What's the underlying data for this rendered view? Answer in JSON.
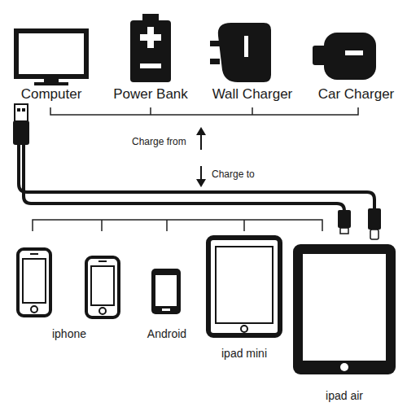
{
  "diagram": {
    "nodes": [
      {
        "text": [
          "Computer"
        ]
      },
      {
        "text": [
          "Power Bank"
        ]
      },
      {
        "text": [
          "Wall Charger"
        ]
      },
      {
        "text": [
          "Car Charger"
        ]
      },
      {
        "text": [
          "iphone"
        ]
      },
      {
        "text": [
          "Android"
        ]
      },
      {
        "text": [
          "ipad mini"
        ]
      },
      {
        "text": [
          "ipad air"
        ]
      }
    ],
    "labels": [
      "Charge from",
      "Charge to"
    ]
  }
}
